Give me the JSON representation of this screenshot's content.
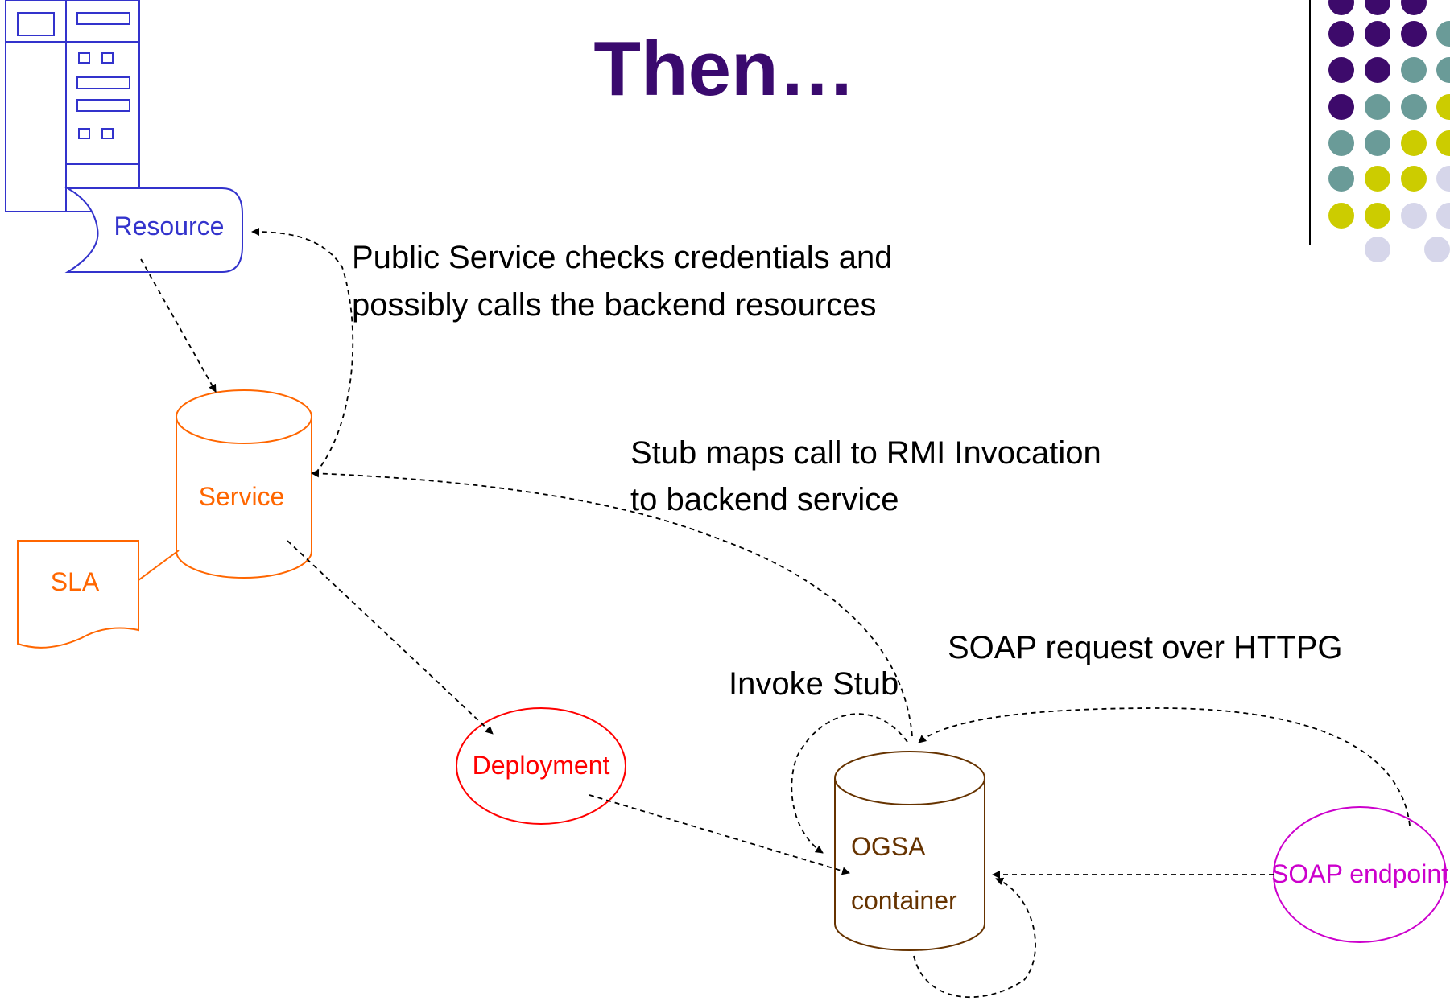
{
  "slide": {
    "title": "Then…",
    "title_color": "#3a0a6e"
  },
  "nodes": {
    "resource": {
      "label": "Resource",
      "color": "#3333cc"
    },
    "service": {
      "label": "Service",
      "color": "#ff6600"
    },
    "sla": {
      "label": "SLA",
      "color": "#ff6600"
    },
    "deployment": {
      "label": "Deployment",
      "color": "#ff0000"
    },
    "ogsa_container": {
      "label_line1": "OGSA",
      "label_line2": "container",
      "color": "#663300"
    },
    "soap_endpoint": {
      "label": "SOAP endpoint",
      "color": "#cc00cc"
    }
  },
  "annotations": {
    "public_service": {
      "line1": "Public Service checks credentials and",
      "line2": "possibly calls the backend resources"
    },
    "stub_maps": {
      "line1": "Stub maps call to RMI  Invocation",
      "line2": "to backend service"
    },
    "soap_request": "SOAP request over HTTPG",
    "invoke_stub": "Invoke Stub"
  },
  "decoration": {
    "dot_colors": {
      "purple": "#3d0a6b",
      "teal": "#6a9b98",
      "yellow": "#cccc00",
      "lavender": "#d6d6ea"
    }
  }
}
